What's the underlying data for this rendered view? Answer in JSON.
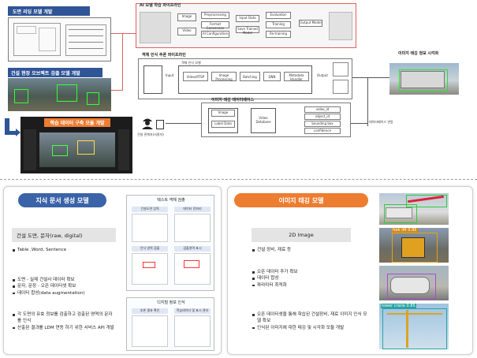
{
  "top": {
    "left_labels": [
      "도면 리딩 모델 개발",
      "건설 현장 오브젝트 검출 모델 개발",
      "학습 데이터 구축 모듈 개발"
    ],
    "pipeline_title": "AI 모델 학습 파이프라인",
    "pipeline_blocks": [
      "Image",
      "Video",
      "Preprocessing",
      "Format Conversion",
      "AI Configuration",
      "Input Data",
      "Save Trained Model",
      "Evaluation",
      "Training",
      "Re-training",
      "Output Model"
    ],
    "inference_title": "객체 인식 추론 파이프라인",
    "inference_sub": "객체 인식 모델",
    "inference_steps": [
      "Input",
      "Video/RTSP",
      "Image Processing",
      "Batching",
      "DNN",
      "Metadata Handler",
      "Output"
    ],
    "right_title": "이미지 태깅 정보 시각화",
    "db_title": "이미지 태깅 데이터베이스",
    "db_fields": [
      "video_id",
      "object_id",
      "bounding box",
      "confidence"
    ],
    "db_labels": [
      "Image",
      "Label Data",
      "Video Database"
    ],
    "user_caption": "건설 관계자(사용자)",
    "bottom_caption": "데이터베이스 연동"
  },
  "left_panel": {
    "title": "지식 문서 생성 모델",
    "input_label": "건설 도면, 문자(raw, digital)",
    "input_items": [
      "Table ,Word, Sentence"
    ],
    "list1": [
      "도면 - 실제 건설사 데이터 확보",
      "문자, 문장 - 오픈 데이터셋 확보",
      "데이터 합성(data augmentation)"
    ],
    "list2": [
      "각 도면의 유효 정보를 검출하고 검출된 영역의 문자를 인식",
      "산출된 결과를 LDM 연동 하기 위한 서비스 API 개발"
    ],
    "diagram_title1": "텍스트 객체 검출",
    "diagram_boxes": [
      "건설도면 입력",
      "데이터 전처리",
      "인식 영역 검출",
      "검출영역 표시"
    ],
    "diagram_title2": "디지털 정보 인식",
    "diagram_boxes2": [
      "추론 결과 확인",
      "학습데이터 및 표시 관리"
    ]
  },
  "right_panel": {
    "title": "이미지 태깅 모델",
    "input_label": "2D Image",
    "input_items": [
      "건설 장비, 재료 등"
    ],
    "list1": [
      "오픈 데이터 추가 확보",
      "데이터 합성",
      "파라미터 최적화"
    ],
    "list2": [
      "오픈 데이터셋을 통해 학습된 건설장비, 재료 이미지 인식 모델 확보",
      "인식된 이미지에 대한 태깅 및 시각화 모듈 개발"
    ],
    "photo_tags": [
      "",
      "fork lift 0.95",
      "",
      "tower crane 0.85"
    ]
  },
  "colors": {
    "blue": "#2f5597",
    "orange": "#ed7d31",
    "red": "#e06060",
    "pill_blue": "#3b63a8",
    "pill_orange": "#ed7d31"
  }
}
